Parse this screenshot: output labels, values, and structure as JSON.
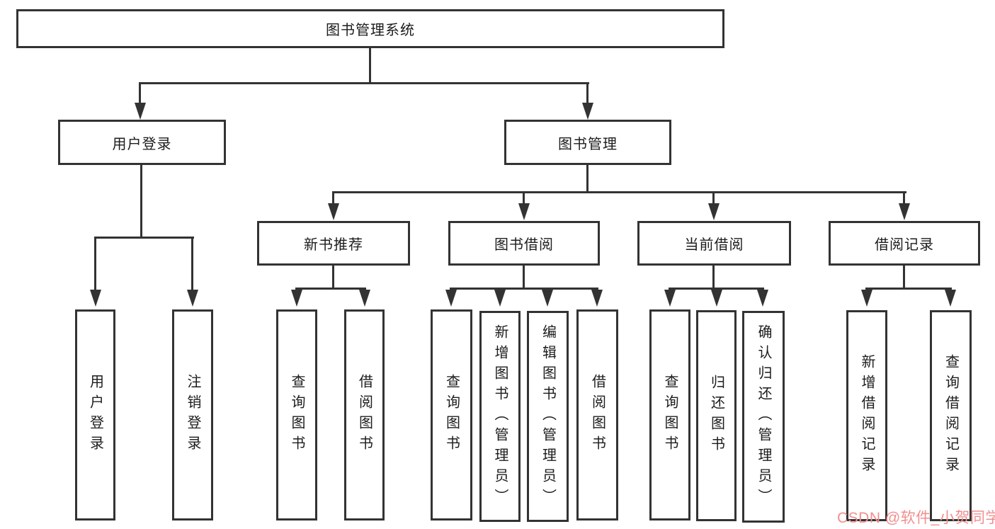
{
  "diagram": {
    "type": "tree",
    "root": {
      "label": "图书管理系统",
      "children": [
        {
          "label": "用户登录",
          "children": [
            {
              "label": "用户登录"
            },
            {
              "label": "注销登录"
            }
          ]
        },
        {
          "label": "图书管理",
          "children": [
            {
              "label": "新书推荐",
              "children": [
                {
                  "label": "查询图书"
                },
                {
                  "label": "借阅图书"
                }
              ]
            },
            {
              "label": "图书借阅",
              "children": [
                {
                  "label": "查询图书"
                },
                {
                  "label": "新增图书（管理员）"
                },
                {
                  "label": "编辑图书（管理员）"
                },
                {
                  "label": "借阅图书"
                }
              ]
            },
            {
              "label": "当前借阅",
              "children": [
                {
                  "label": "查询图书"
                },
                {
                  "label": "归还图书"
                },
                {
                  "label": "确认归还（管理员）"
                }
              ]
            },
            {
              "label": "借阅记录",
              "children": [
                {
                  "label": "新增借阅记录"
                },
                {
                  "label": "查询借阅记录"
                }
              ]
            }
          ]
        }
      ]
    }
  },
  "watermark": {
    "text": "CSDN @软件_小贺同学",
    "color": "#F28E8E"
  },
  "colors": {
    "line": "#333333",
    "box_border": "#333333",
    "text": "#1C1C1C",
    "background": "#FFFFFF"
  }
}
